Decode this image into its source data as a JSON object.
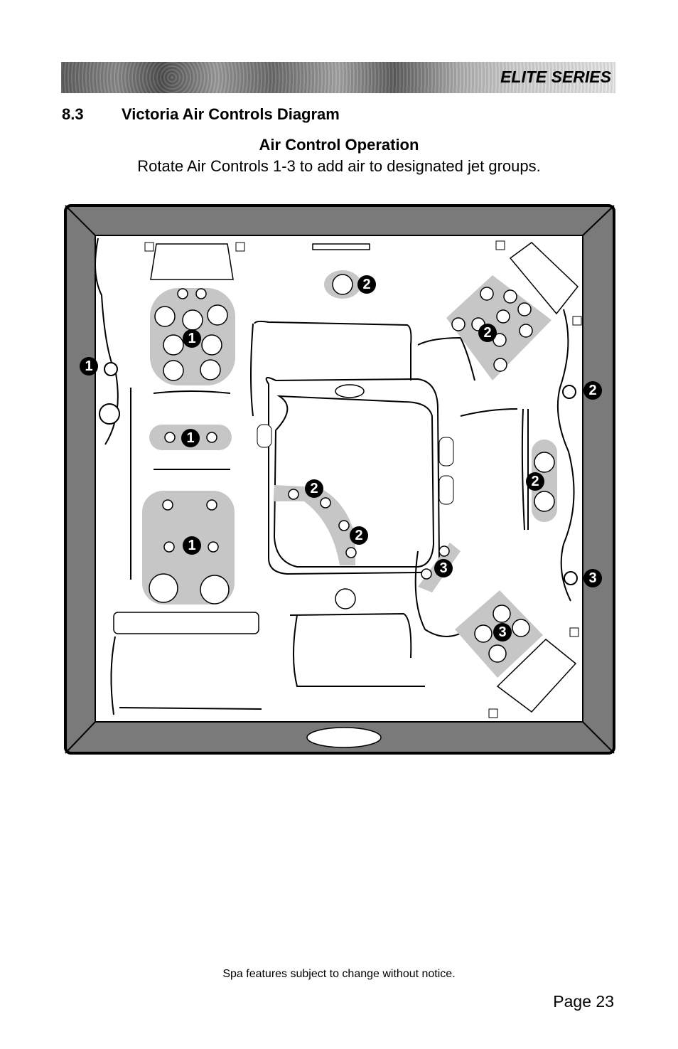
{
  "header": {
    "series": "ELITE SERIES"
  },
  "section": {
    "number": "8.3",
    "title": "Victoria Air Controls Diagram"
  },
  "operation": {
    "title": "Air Control Operation",
    "text": "Rotate Air Controls 1-3 to add air to designated jet groups."
  },
  "diagram": {
    "markers": [
      "1",
      "1",
      "1",
      "1",
      "2",
      "2",
      "2",
      "2",
      "2",
      "2",
      "3",
      "3",
      "3"
    ]
  },
  "footer": {
    "note": "Spa features subject to change without notice.",
    "page": "Page 23"
  }
}
